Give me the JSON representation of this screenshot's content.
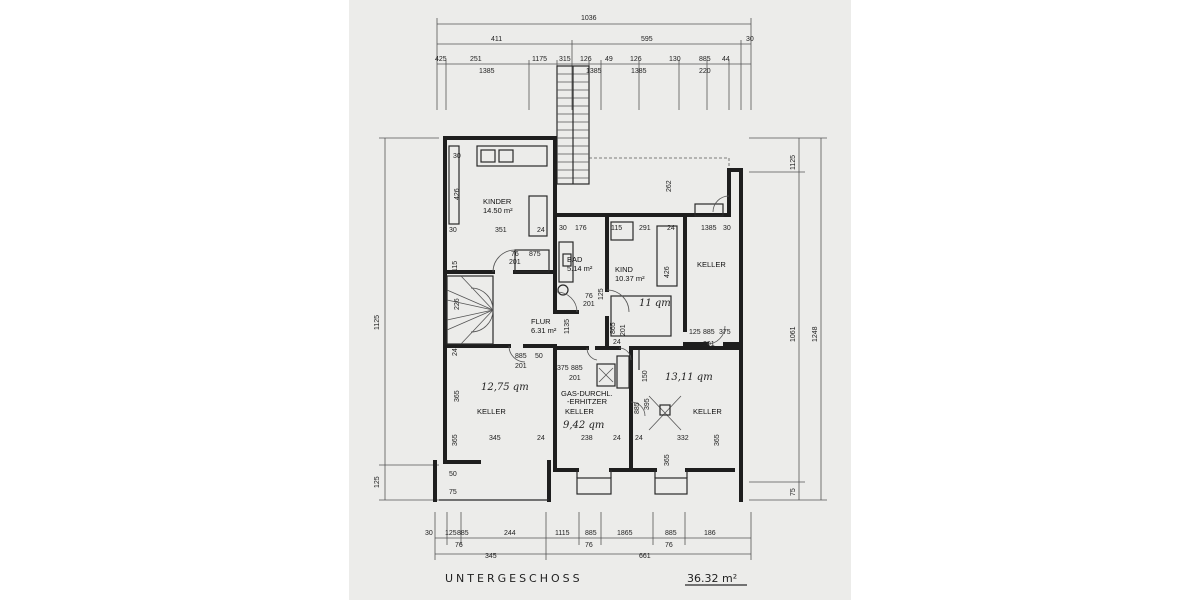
{
  "title": "UNTERGESCHOSS",
  "total_area": "36.32 m²",
  "rooms": [
    {
      "id": "kinder",
      "name": "KINDER",
      "area": "14.50 m²"
    },
    {
      "id": "bad",
      "name": "BAD",
      "area": "5.14 m²"
    },
    {
      "id": "kind",
      "name": "KIND",
      "area": "10.37 m²",
      "hand": "11 qm"
    },
    {
      "id": "keller-ne",
      "name": "KELLER"
    },
    {
      "id": "flur",
      "name": "FLUR",
      "area": "6.31 m²"
    },
    {
      "id": "keller-sw",
      "name": "KELLER",
      "hand": "12,75 qm"
    },
    {
      "id": "keller-mid",
      "name": "KELLER",
      "label2": "GAS-DURCHL.",
      "label3": "-ERHITZER",
      "hand": "9,42 qm"
    },
    {
      "id": "keller-se",
      "name": "KELLER",
      "hand": "13,11 qm"
    }
  ],
  "dims_top": {
    "overall": "1036",
    "row2": [
      "411",
      "595",
      "30"
    ],
    "row3": [
      "425",
      "251",
      "1175",
      "315",
      "126",
      "49",
      "126",
      "130",
      "885",
      "44"
    ],
    "row4": [
      "1385",
      "1385",
      "1385",
      "220"
    ]
  },
  "dims_bottom": {
    "row1": [
      "30",
      "125",
      "885",
      "244",
      "1115",
      "885",
      "1865",
      "885",
      "186"
    ],
    "row2": [
      "76",
      "76",
      "76"
    ],
    "row3": [
      "345",
      "661"
    ]
  },
  "dims_left": [
    "1125",
    "125"
  ],
  "dims_right": [
    "1125",
    "1061",
    "1248",
    "75"
  ],
  "interior": [
    "30",
    "426",
    "30",
    "351",
    "24",
    "76",
    "875",
    "201",
    "115",
    "226",
    "24",
    "885",
    "50",
    "201",
    "365",
    "345",
    "365",
    "24",
    "50",
    "75",
    "176",
    "30",
    "115",
    "291",
    "24",
    "1385",
    "30",
    "426",
    "125",
    "76",
    "201",
    "1135",
    "865",
    "201",
    "125",
    "885",
    "375",
    "201",
    "24",
    "375",
    "885",
    "201",
    "150",
    "885",
    "395",
    "238",
    "24",
    "24",
    "332",
    "365",
    "365",
    "262"
  ]
}
